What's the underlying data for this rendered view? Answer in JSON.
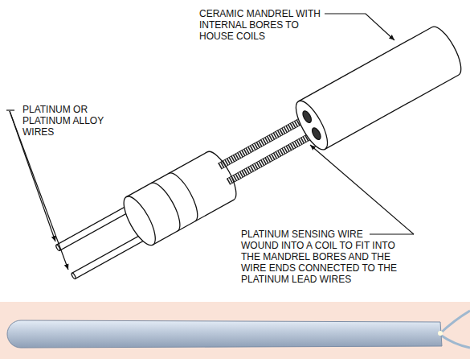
{
  "diagram": {
    "labels": [
      "CERAMIC MANDREL WITH INTERNAL BORES TO HOUSE COILS",
      "PLATINUM OR PLATINUM ALLOY WIRES",
      "PLATINUM SENSING WIRE WOUND INTO A COIL TO FIT INTO THE MANDREL BORES AND THE WIRE ENDS CONNECTED TO THE PLATINUM LEAD WIRES"
    ]
  }
}
